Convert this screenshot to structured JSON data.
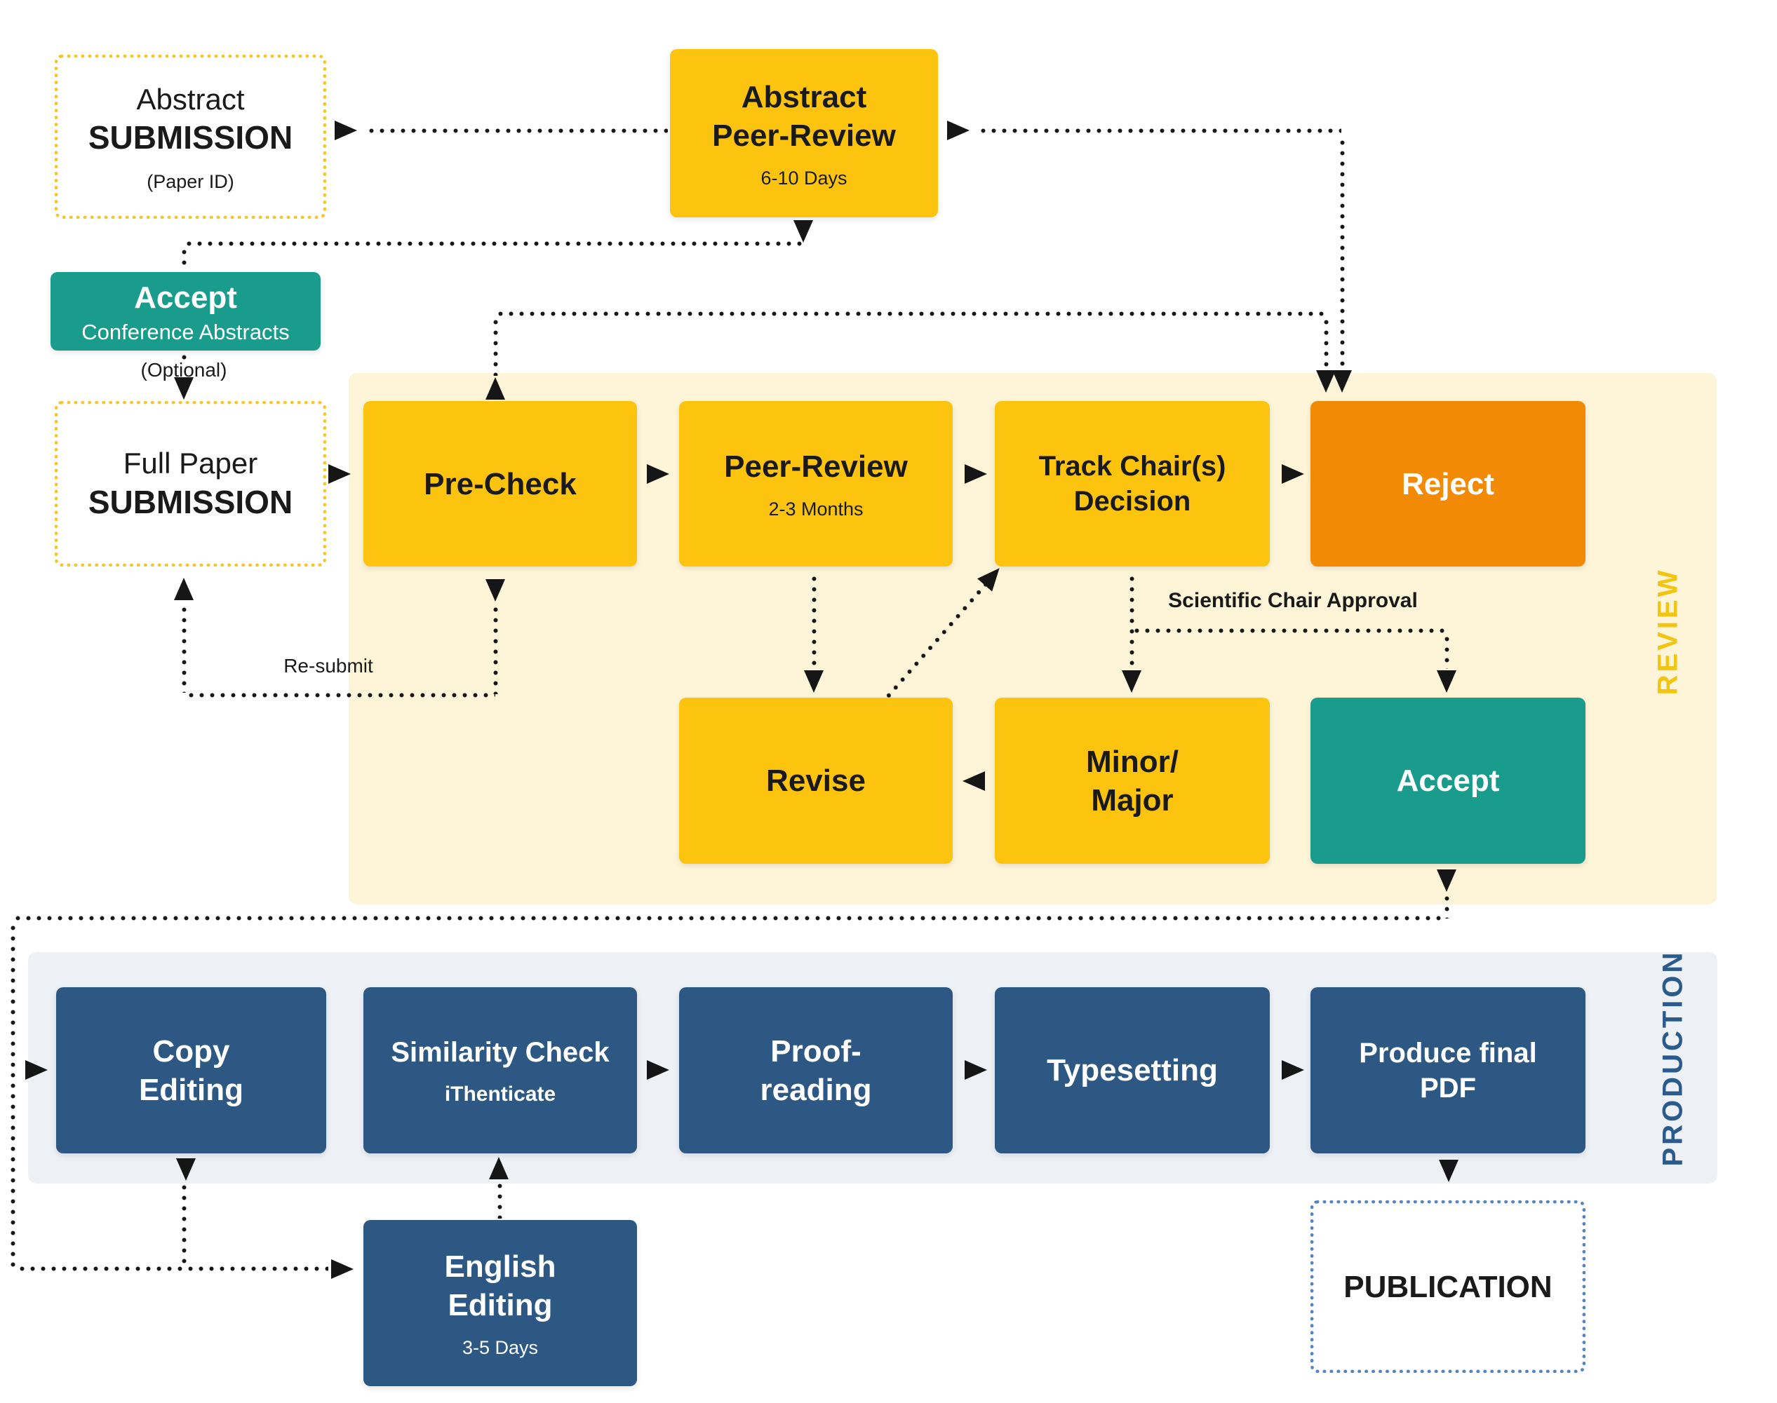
{
  "palette": {
    "yellow": "#FCC40F",
    "orange": "#F28A06",
    "teal": "#1A9C8C",
    "blue": "#2C5883",
    "review-bg": "#FEF5D8",
    "production-bg": "#EDF1F6",
    "review-label": "#F3C50F",
    "production-label": "#2B5A8C",
    "dot": "#161616",
    "yellow-dotted": "#F6C62E",
    "blue-dotted": "#5585C0",
    "ink": "#1A1A1A"
  },
  "sections": {
    "review": "REVIEW",
    "production": "PRODUCTION"
  },
  "nodes": {
    "abstract_submission": {
      "line1": "Abstract",
      "line2": "SUBMISSION",
      "note": "(Paper ID)"
    },
    "abstract_peer_review": {
      "line1": "Abstract",
      "line2": "Peer-Review",
      "note": "6-10 Days"
    },
    "accept_conference": {
      "title": "Accept",
      "subtitle": "Conference Abstracts"
    },
    "full_paper_submission": {
      "line1": "Full Paper",
      "line2": "SUBMISSION"
    },
    "pre_check": {
      "title": "Pre-Check"
    },
    "peer_review": {
      "title": "Peer-Review",
      "note": "2-3 Months"
    },
    "track_chair_decision": {
      "line1": "Track Chair(s)",
      "line2": "Decision"
    },
    "reject": {
      "title": "Reject"
    },
    "revise": {
      "title": "Revise"
    },
    "minor_major": {
      "line1": "Minor/",
      "line2": "Major"
    },
    "accept": {
      "title": "Accept"
    },
    "copy_editing": {
      "line1": "Copy",
      "line2": "Editing"
    },
    "similarity_check": {
      "title": "Similarity Check",
      "note": "iThenticate"
    },
    "proof_reading": {
      "line1": "Proof-",
      "line2": "reading"
    },
    "typesetting": {
      "title": "Typesetting"
    },
    "produce_final_pdf": {
      "line1": "Produce final",
      "line2": "PDF"
    },
    "english_editing": {
      "line1": "English",
      "line2": "Editing",
      "note": "3-5 Days"
    },
    "publication": {
      "title": "PUBLICATION"
    }
  },
  "labels": {
    "optional": "(Optional)",
    "re_submit": "Re-submit",
    "scientific_chair_approval": "Scientific Chair Approval"
  }
}
